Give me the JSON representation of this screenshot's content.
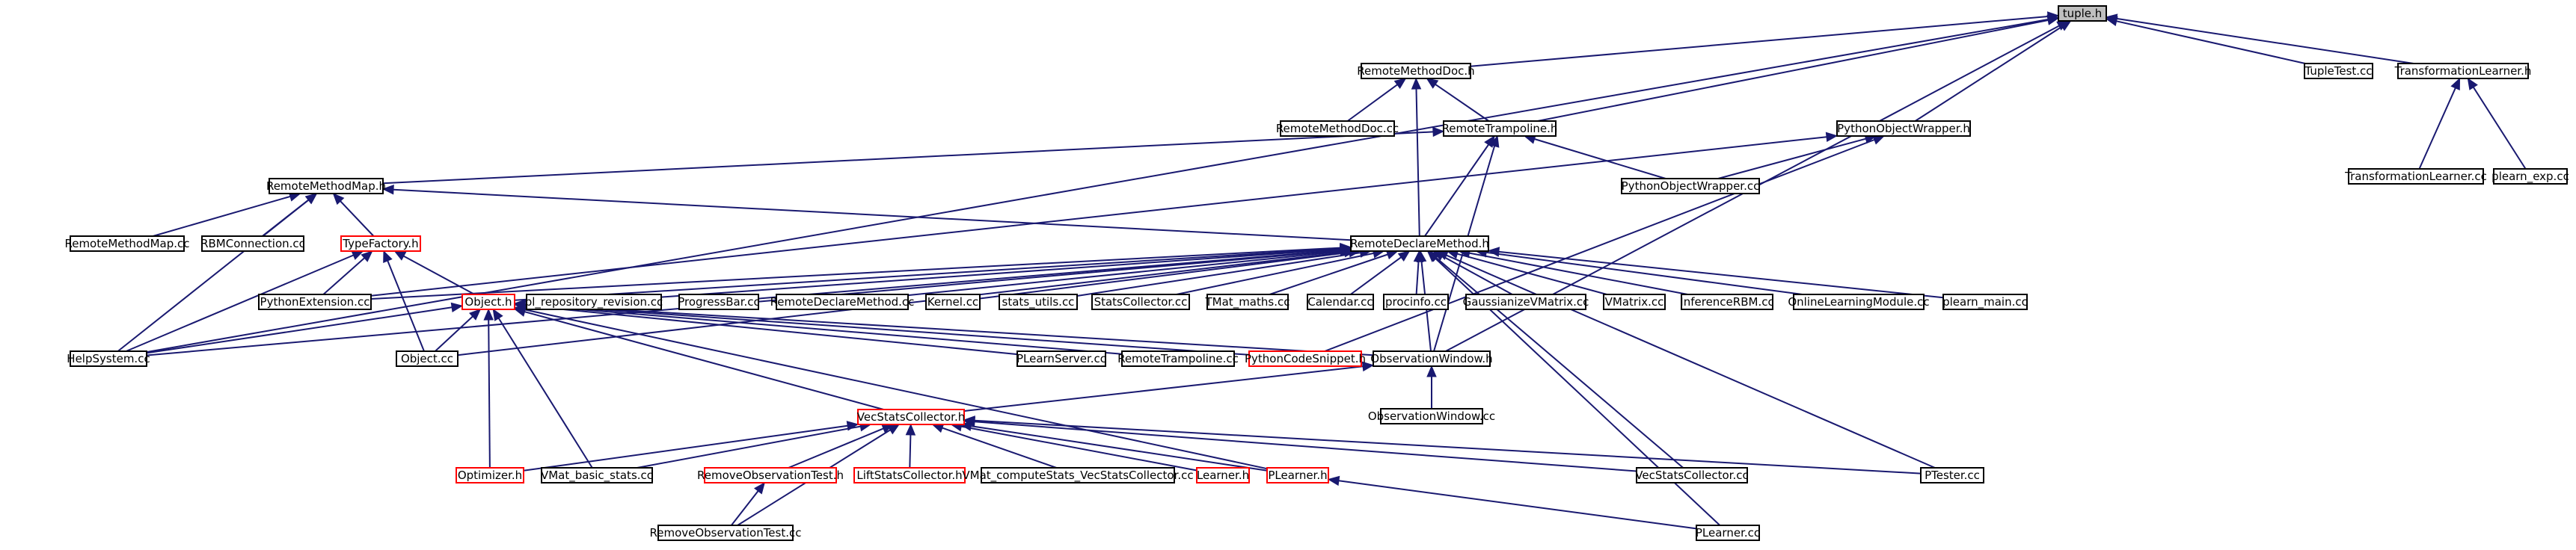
{
  "colors": {
    "edge": "#191970",
    "border_normal": "#000000",
    "border_truncated": "#ff0000",
    "root_fill": "#bfbfbf",
    "node_fill": "#ffffff"
  },
  "nodes": [
    {
      "id": "tuple_h",
      "label": "tuple.h",
      "style": "root"
    },
    {
      "id": "rmdoc_h",
      "label": "RemoteMethodDoc.h",
      "style": "normal"
    },
    {
      "id": "tupletest_cc",
      "label": "TupleTest.cc",
      "style": "normal"
    },
    {
      "id": "tlearner_h",
      "label": "TransformationLearner.h",
      "style": "normal"
    },
    {
      "id": "rmdoc_cc",
      "label": "RemoteMethodDoc.cc",
      "style": "normal"
    },
    {
      "id": "rtramp_h",
      "label": "RemoteTrampoline.h",
      "style": "normal"
    },
    {
      "id": "pyobjw_h",
      "label": "PythonObjectWrapper.h",
      "style": "normal"
    },
    {
      "id": "tlearner_cc",
      "label": "TransformationLearner.cc",
      "style": "normal"
    },
    {
      "id": "plearn_exp_cc",
      "label": "plearn_exp.cc",
      "style": "normal"
    },
    {
      "id": "rmmap_h",
      "label": "RemoteMethodMap.h",
      "style": "normal"
    },
    {
      "id": "pyobjw_cc",
      "label": "PythonObjectWrapper.cc",
      "style": "normal"
    },
    {
      "id": "rmmap_cc",
      "label": "RemoteMethodMap.cc",
      "style": "normal"
    },
    {
      "id": "rbmconn_cc",
      "label": "RBMConnection.cc",
      "style": "normal"
    },
    {
      "id": "typefactory_h",
      "label": "TypeFactory.h",
      "style": "truncated"
    },
    {
      "id": "rdm_h",
      "label": "RemoteDeclareMethod.h",
      "style": "normal"
    },
    {
      "id": "pyext_cc",
      "label": "PythonExtension.cc",
      "style": "normal"
    },
    {
      "id": "object_h",
      "label": "Object.h",
      "style": "truncated"
    },
    {
      "id": "plrepo_cc",
      "label": "pl_repository_revision.cc",
      "style": "normal"
    },
    {
      "id": "progressbar_cc",
      "label": "ProgressBar.cc",
      "style": "normal"
    },
    {
      "id": "rdm_cc",
      "label": "RemoteDeclareMethod.cc",
      "style": "normal"
    },
    {
      "id": "kernel_cc",
      "label": "Kernel.cc",
      "style": "normal"
    },
    {
      "id": "statsutils_cc",
      "label": "stats_utils.cc",
      "style": "normal"
    },
    {
      "id": "statscoll_cc",
      "label": "StatsCollector.cc",
      "style": "normal"
    },
    {
      "id": "tmatmaths_cc",
      "label": "TMat_maths.cc",
      "style": "normal"
    },
    {
      "id": "calendar_cc",
      "label": "Calendar.cc",
      "style": "normal"
    },
    {
      "id": "procinfo_cc",
      "label": "procinfo.cc",
      "style": "normal"
    },
    {
      "id": "gaussvm_cc",
      "label": "GaussianizeVMatrix.cc",
      "style": "normal"
    },
    {
      "id": "vmatrix_cc",
      "label": "VMatrix.cc",
      "style": "normal"
    },
    {
      "id": "infrbm_cc",
      "label": "InferenceRBM.cc",
      "style": "normal"
    },
    {
      "id": "onlinelm_cc",
      "label": "OnlineLearningModule.cc",
      "style": "normal"
    },
    {
      "id": "plearnmain_cc",
      "label": "plearn_main.cc",
      "style": "normal"
    },
    {
      "id": "helpsys_cc",
      "label": "HelpSystem.cc",
      "style": "normal"
    },
    {
      "id": "object_cc",
      "label": "Object.cc",
      "style": "normal"
    },
    {
      "id": "plserver_cc",
      "label": "PLearnServer.cc",
      "style": "normal"
    },
    {
      "id": "rtramp_cc",
      "label": "RemoteTrampoline.cc",
      "style": "normal"
    },
    {
      "id": "pycode_h",
      "label": "PythonCodeSnippet.h",
      "style": "truncated"
    },
    {
      "id": "obswin_h",
      "label": "ObservationWindow.h",
      "style": "normal"
    },
    {
      "id": "obswin_cc",
      "label": "ObservationWindow.cc",
      "style": "normal"
    },
    {
      "id": "vecsc_h",
      "label": "VecStatsCollector.h",
      "style": "truncated"
    },
    {
      "id": "optimizer_h",
      "label": "Optimizer.h",
      "style": "truncated"
    },
    {
      "id": "vmatbasic_cc",
      "label": "VMat_basic_stats.cc",
      "style": "normal"
    },
    {
      "id": "remobs_h",
      "label": "RemoveObservationTest.h",
      "style": "truncated"
    },
    {
      "id": "liftsc_h",
      "label": "LiftStatsCollector.h",
      "style": "truncated"
    },
    {
      "id": "vmatcomp_cc",
      "label": "VMat_computeStats_VecStatsCollector.cc",
      "style": "normal"
    },
    {
      "id": "learner_h",
      "label": "Learner.h",
      "style": "truncated"
    },
    {
      "id": "plearner_h",
      "label": "PLearner.h",
      "style": "truncated"
    },
    {
      "id": "vecsc_cc",
      "label": "VecStatsCollector.cc",
      "style": "normal"
    },
    {
      "id": "ptester_cc",
      "label": "PTester.cc",
      "style": "normal"
    },
    {
      "id": "remobs_cc",
      "label": "RemoveObservationTest.cc",
      "style": "normal"
    },
    {
      "id": "plearner_cc",
      "label": "PLearner.cc",
      "style": "normal"
    }
  ],
  "edges": [
    {
      "from": "rmdoc_h",
      "to": "tuple_h"
    },
    {
      "from": "tupletest_cc",
      "to": "tuple_h"
    },
    {
      "from": "tlearner_h",
      "to": "tuple_h"
    },
    {
      "from": "rtramp_h",
      "to": "tuple_h"
    },
    {
      "from": "pyobjw_h",
      "to": "tuple_h"
    },
    {
      "from": "helpsys_cc",
      "to": "tuple_h"
    },
    {
      "from": "obswin_h",
      "to": "tuple_h"
    },
    {
      "from": "rmdoc_cc",
      "to": "rmdoc_h"
    },
    {
      "from": "rtramp_h",
      "to": "rmdoc_h"
    },
    {
      "from": "rdm_h",
      "to": "rmdoc_h"
    },
    {
      "from": "tlearner_cc",
      "to": "tlearner_h"
    },
    {
      "from": "plearn_exp_cc",
      "to": "tlearner_h"
    },
    {
      "from": "rmmap_h",
      "to": "rtramp_h"
    },
    {
      "from": "pyobjw_cc",
      "to": "rtramp_h"
    },
    {
      "from": "rdm_h",
      "to": "rtramp_h"
    },
    {
      "from": "obswin_h",
      "to": "rtramp_h"
    },
    {
      "from": "pyobjw_cc",
      "to": "pyobjw_h"
    },
    {
      "from": "pyext_cc",
      "to": "pyobjw_h"
    },
    {
      "from": "pycode_h",
      "to": "pyobjw_h"
    },
    {
      "from": "rmmap_cc",
      "to": "rmmap_h"
    },
    {
      "from": "rbmconn_cc",
      "to": "rmmap_h"
    },
    {
      "from": "typefactory_h",
      "to": "rmmap_h"
    },
    {
      "from": "rdm_h",
      "to": "rmmap_h"
    },
    {
      "from": "helpsys_cc",
      "to": "rmmap_h"
    },
    {
      "from": "pyext_cc",
      "to": "typefactory_h"
    },
    {
      "from": "object_h",
      "to": "typefactory_h"
    },
    {
      "from": "object_cc",
      "to": "typefactory_h"
    },
    {
      "from": "helpsys_cc",
      "to": "typefactory_h"
    },
    {
      "from": "pyext_cc",
      "to": "rdm_h"
    },
    {
      "from": "object_h",
      "to": "rdm_h"
    },
    {
      "from": "plrepo_cc",
      "to": "rdm_h"
    },
    {
      "from": "progressbar_cc",
      "to": "rdm_h"
    },
    {
      "from": "rdm_cc",
      "to": "rdm_h"
    },
    {
      "from": "kernel_cc",
      "to": "rdm_h"
    },
    {
      "from": "statsutils_cc",
      "to": "rdm_h"
    },
    {
      "from": "statscoll_cc",
      "to": "rdm_h"
    },
    {
      "from": "tmatmaths_cc",
      "to": "rdm_h"
    },
    {
      "from": "calendar_cc",
      "to": "rdm_h"
    },
    {
      "from": "procinfo_cc",
      "to": "rdm_h"
    },
    {
      "from": "gaussvm_cc",
      "to": "rdm_h"
    },
    {
      "from": "vmatrix_cc",
      "to": "rdm_h"
    },
    {
      "from": "infrbm_cc",
      "to": "rdm_h"
    },
    {
      "from": "onlinelm_cc",
      "to": "rdm_h"
    },
    {
      "from": "plearnmain_cc",
      "to": "rdm_h"
    },
    {
      "from": "helpsys_cc",
      "to": "rdm_h"
    },
    {
      "from": "object_cc",
      "to": "rdm_h"
    },
    {
      "from": "obswin_h",
      "to": "rdm_h"
    },
    {
      "from": "vecsc_cc",
      "to": "rdm_h"
    },
    {
      "from": "ptester_cc",
      "to": "rdm_h"
    },
    {
      "from": "plearner_cc",
      "to": "rdm_h"
    },
    {
      "from": "helpsys_cc",
      "to": "object_h"
    },
    {
      "from": "object_cc",
      "to": "object_h"
    },
    {
      "from": "plserver_cc",
      "to": "object_h"
    },
    {
      "from": "rtramp_cc",
      "to": "object_h"
    },
    {
      "from": "pycode_h",
      "to": "object_h"
    },
    {
      "from": "obswin_h",
      "to": "object_h"
    },
    {
      "from": "vecsc_h",
      "to": "object_h"
    },
    {
      "from": "optimizer_h",
      "to": "object_h"
    },
    {
      "from": "vmatbasic_cc",
      "to": "object_h"
    },
    {
      "from": "plearner_h",
      "to": "object_h"
    },
    {
      "from": "obswin_cc",
      "to": "obswin_h"
    },
    {
      "from": "vecsc_h",
      "to": "obswin_h"
    },
    {
      "from": "optimizer_h",
      "to": "vecsc_h"
    },
    {
      "from": "vmatbasic_cc",
      "to": "vecsc_h"
    },
    {
      "from": "remobs_h",
      "to": "vecsc_h"
    },
    {
      "from": "liftsc_h",
      "to": "vecsc_h"
    },
    {
      "from": "vmatcomp_cc",
      "to": "vecsc_h"
    },
    {
      "from": "learner_h",
      "to": "vecsc_h"
    },
    {
      "from": "plearner_h",
      "to": "vecsc_h"
    },
    {
      "from": "vecsc_cc",
      "to": "vecsc_h"
    },
    {
      "from": "ptester_cc",
      "to": "vecsc_h"
    },
    {
      "from": "remobs_cc",
      "to": "vecsc_h"
    },
    {
      "from": "remobs_cc",
      "to": "remobs_h"
    },
    {
      "from": "plearner_cc",
      "to": "plearner_h"
    }
  ]
}
